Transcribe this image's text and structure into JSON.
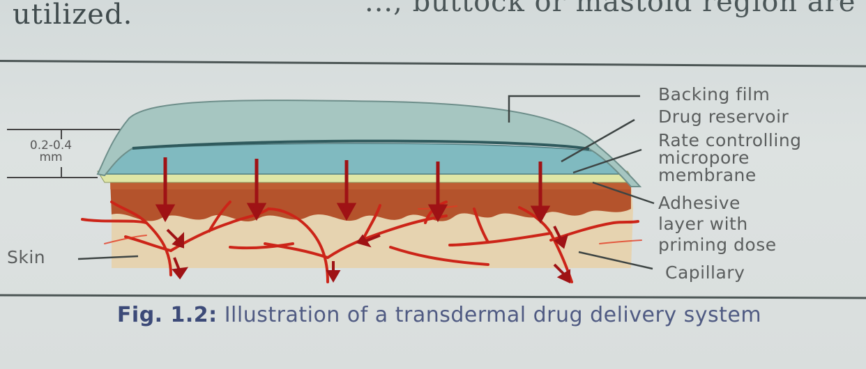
{
  "header": {
    "line_left": "utilized.",
    "line_right": "..., buttock or mastoid region are"
  },
  "figure": {
    "labels": {
      "backing_film": "Backing film",
      "drug_reservoir": "Drug reservoir",
      "rate_controlling_1": "Rate controlling",
      "rate_controlling_2": "micropore",
      "rate_controlling_3": "membrane",
      "adhesive_1": "Adhesive",
      "adhesive_2": "layer with",
      "adhesive_3": "priming dose",
      "capillary": "Capillary",
      "skin": "Skin",
      "thickness_1": "0.2-0.4",
      "thickness_2": "mm"
    },
    "colors": {
      "backing": "#a9c9c4",
      "reservoir": "#7fb7bd",
      "membrane": "#d9e0a2",
      "adhesive": "#b8532c",
      "skin": "#e7d4b2",
      "capillary": "#cc2418",
      "arrow": "#a01214"
    }
  },
  "caption": {
    "fig_no": "Fig. 1.2:",
    "text": "Illustration of a transdermal drug delivery system"
  }
}
